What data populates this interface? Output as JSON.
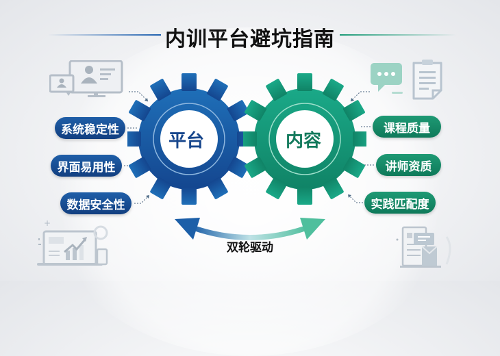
{
  "title": "内训平台避坑指南",
  "gears": {
    "left": {
      "label": "平台",
      "color": "#1b5aa6"
    },
    "right": {
      "label": "内容",
      "color": "#15987a"
    }
  },
  "platform_items": [
    {
      "label": "系统稳定性"
    },
    {
      "label": "界面易用性"
    },
    {
      "label": "数据安全性"
    }
  ],
  "content_items": [
    {
      "label": "课程质量"
    },
    {
      "label": "讲师资质"
    },
    {
      "label": "实践匹配度"
    }
  ],
  "connector": {
    "label": "双轮驱动"
  },
  "icons": {
    "top_left": "video-conference-icon",
    "top_right_chat": "chat-bubble-icon",
    "top_right_doc": "clipboard-document-icon",
    "bottom_left": "laptop-analytics-icon",
    "bottom_right": "document-mail-icon"
  },
  "colors": {
    "blue": "#1b5aa6",
    "green": "#15987a",
    "title": "#111111"
  }
}
